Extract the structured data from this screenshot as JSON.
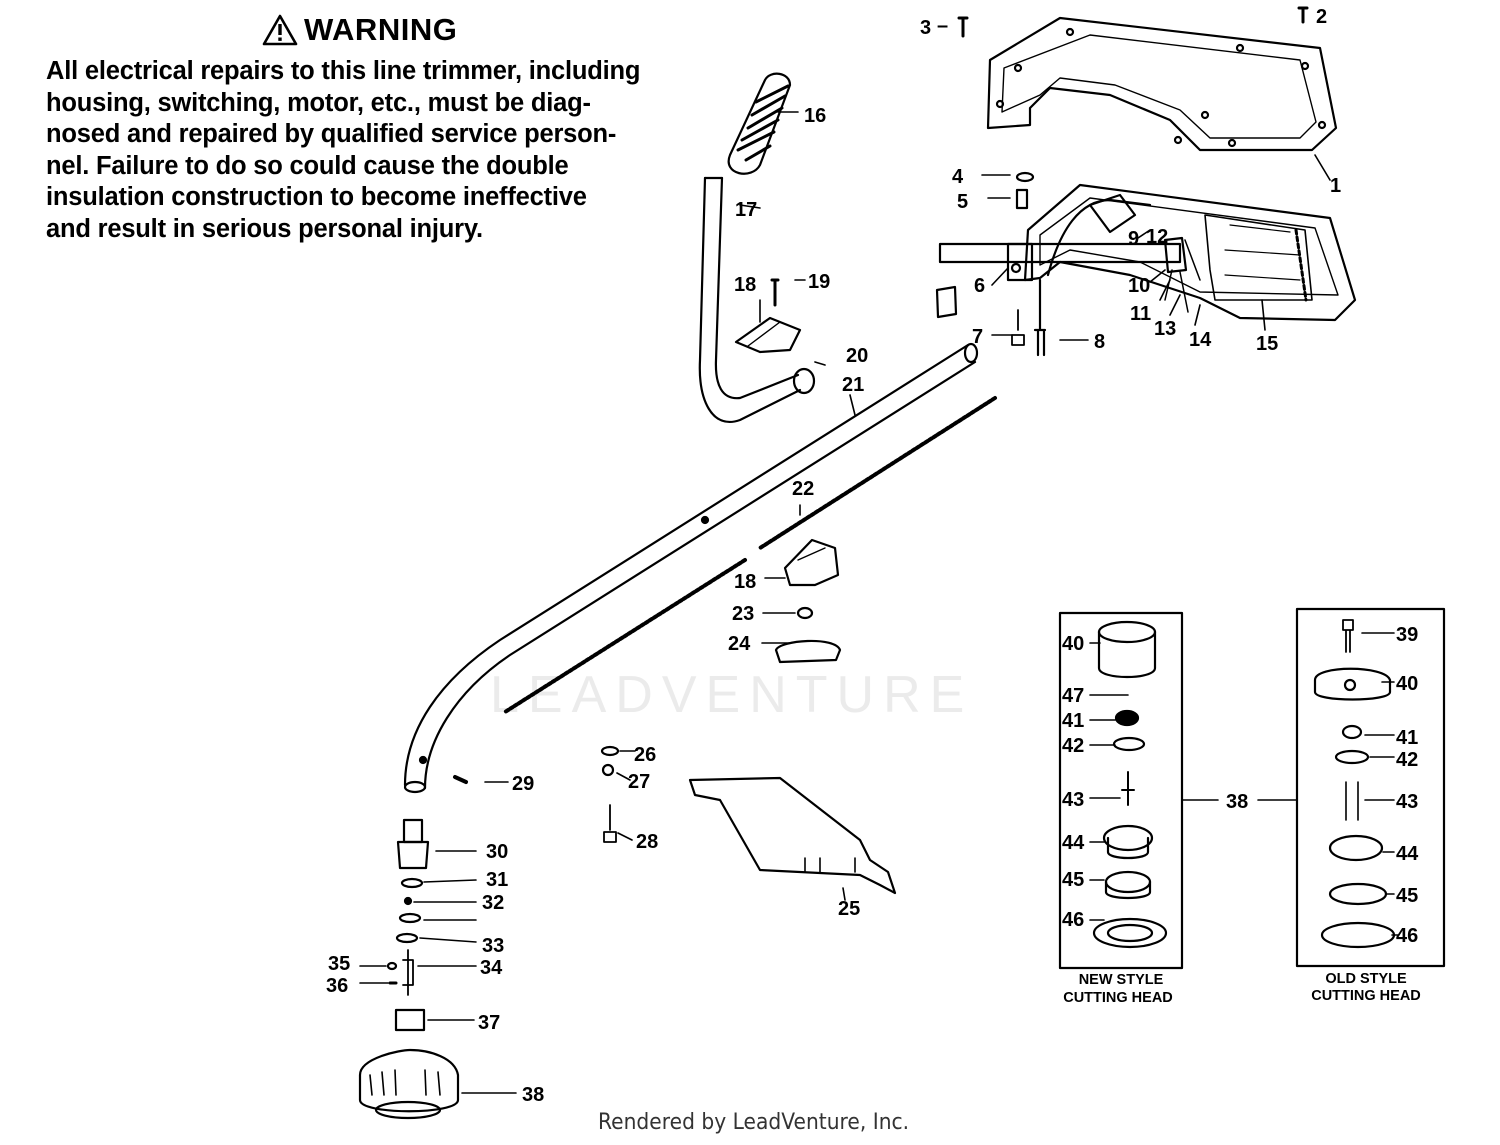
{
  "warning": {
    "title": "WARNING",
    "lines": [
      "All electrical repairs to this line trimmer, including",
      "housing, switching, motor, etc., must be diag-",
      "nosed and repaired by qualified service person-",
      "nel. Failure to do so could cause the double",
      "insulation construction to become ineffective",
      "and result in serious personal injury."
    ]
  },
  "watermark": "LEADVENTURE",
  "footer": "Rendered by LeadVenture, Inc.",
  "callouts": {
    "c1": "1",
    "c2": "2",
    "c3": "3",
    "c4": "4",
    "c5": "5",
    "c6": "6",
    "c7": "7",
    "c8": "8",
    "c9": "9",
    "c10": "10",
    "c11": "11",
    "c12": "12",
    "c13": "13",
    "c14": "14",
    "c15": "15",
    "c16": "16",
    "c17": "17",
    "c18a": "18",
    "c18b": "18",
    "c19": "19",
    "c20": "20",
    "c21": "21",
    "c22": "22",
    "c23": "23",
    "c24": "24",
    "c25": "25",
    "c26": "26",
    "c27": "27",
    "c28": "28",
    "c29": "29",
    "c30": "30",
    "c31": "31",
    "c32": "32",
    "c33": "33",
    "c34": "34",
    "c35": "35",
    "c36": "36",
    "c37": "37",
    "c38": "38",
    "c38b": "38",
    "n40": "40",
    "n47": "47",
    "n41": "41",
    "n42": "42",
    "n43": "43",
    "n44": "44",
    "n45": "45",
    "n46": "46",
    "o39": "39",
    "o40": "40",
    "o41": "41",
    "o42": "42",
    "o43": "43",
    "o44": "44",
    "o45": "45",
    "o46": "46"
  },
  "new_head": {
    "line1": "NEW STYLE",
    "line2": "CUTTING HEAD"
  },
  "old_head": {
    "line1": "OLD STYLE",
    "line2": "CUTTING HEAD"
  }
}
